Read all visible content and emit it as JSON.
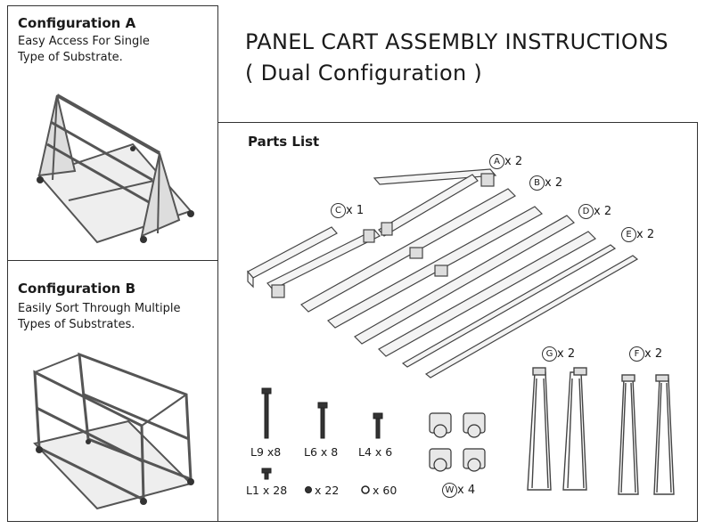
{
  "title": {
    "line1": "PANEL CART ASSEMBLY INSTRUCTIONS",
    "line2": "( Dual Configuration )"
  },
  "configurations": [
    {
      "name": "Configuration A",
      "description": "Easy Access For Single\nType of Substrate."
    },
    {
      "name": "Configuration B",
      "description": "Easily Sort Through Multiple\nTypes of Substrates."
    }
  ],
  "parts_list": {
    "heading": "Parts List",
    "parts": [
      {
        "letter": "A",
        "qty": "x 2"
      },
      {
        "letter": "B",
        "qty": "x 2"
      },
      {
        "letter": "C",
        "qty": "x 1"
      },
      {
        "letter": "D",
        "qty": "x 2"
      },
      {
        "letter": "E",
        "qty": "x 2"
      },
      {
        "letter": "G",
        "qty": "x 2"
      },
      {
        "letter": "F",
        "qty": "x 2"
      },
      {
        "letter": "W",
        "qty": "x 4"
      }
    ],
    "hardware": [
      {
        "label": "L9 x8"
      },
      {
        "label": "L6 x 8"
      },
      {
        "label": "L4 x 6"
      },
      {
        "label": "L1 x 28"
      },
      {
        "label": "x 22"
      },
      {
        "label": "x 60"
      }
    ]
  }
}
